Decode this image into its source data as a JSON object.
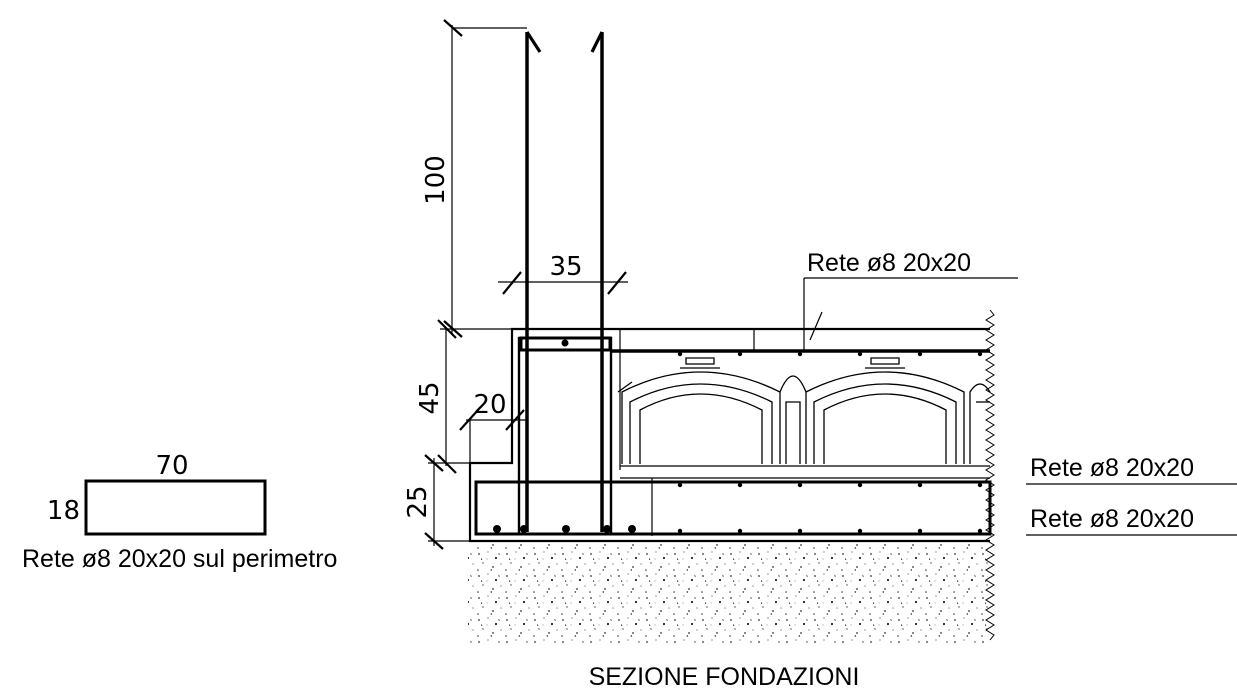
{
  "drawing": {
    "title": "SEZIONE FONDAZIONI",
    "dimensions": {
      "wall_height": "100",
      "wall_width": "35",
      "slab_thickness": "45",
      "step": "20",
      "base_thickness": "25"
    },
    "notes": {
      "top_mesh": "Rete ø8 20x20",
      "middle_mesh": "Rete ø8 20x20",
      "bottom_mesh": "Rete ø8 20x20"
    },
    "detail": {
      "width": "70",
      "height": "18",
      "caption": "Rete ø8 20x20 sul perimetro"
    }
  }
}
